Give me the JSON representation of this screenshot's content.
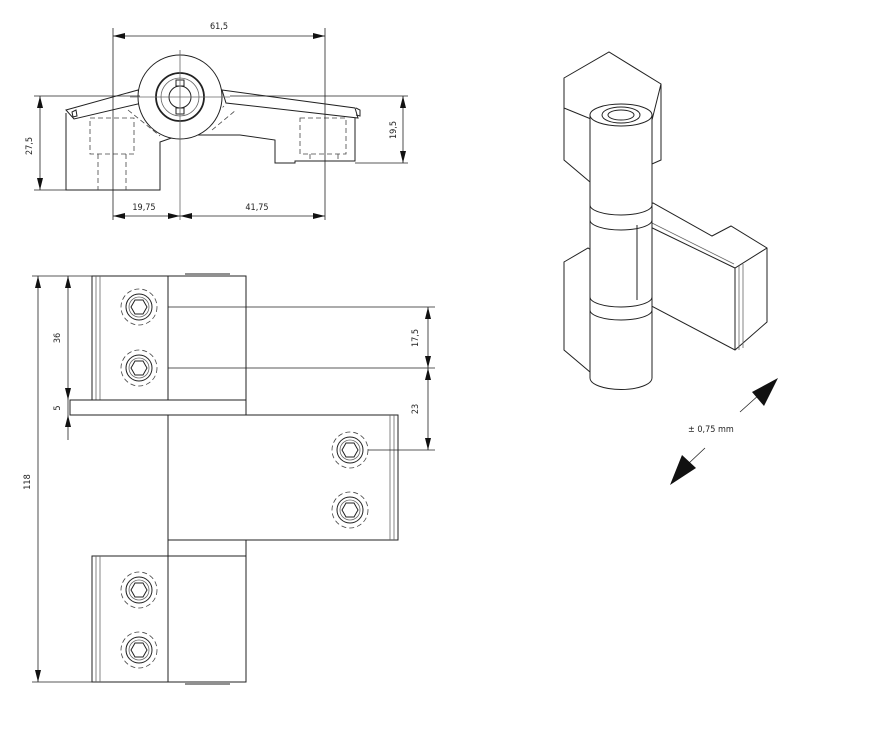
{
  "drawing": {
    "top_view": {
      "overall_width": "61,5",
      "overall_height": "27,5",
      "right_height": "19,5",
      "left_offset": "19,75",
      "right_offset": "41,75"
    },
    "front_view": {
      "total_height": "118",
      "leaf_height": "36",
      "gap": "5",
      "screw_spacing": "17,5",
      "offset": "23"
    },
    "iso_view": {
      "adjustment": "± 0,75 mm"
    }
  }
}
